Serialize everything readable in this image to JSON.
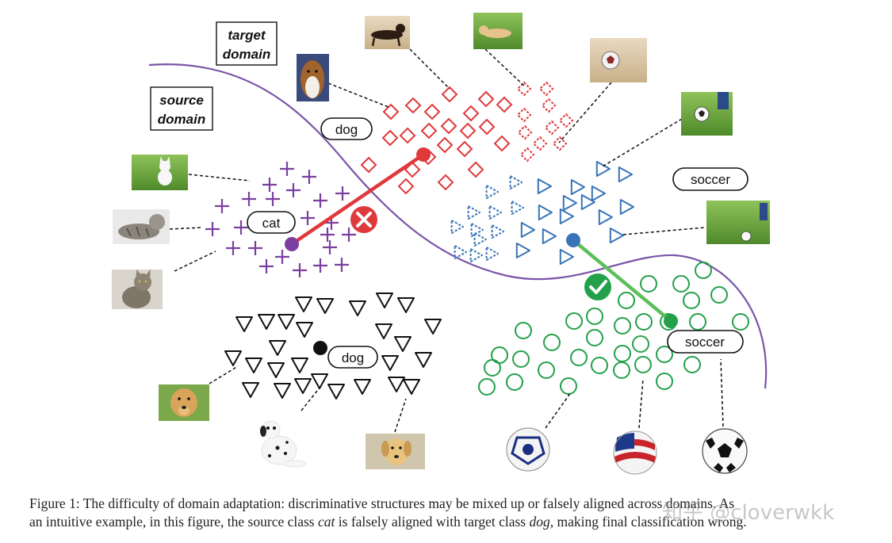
{
  "figure": {
    "domain_labels": {
      "target": [
        "target",
        "domain"
      ],
      "source": [
        "source",
        "domain"
      ]
    },
    "class_labels": {
      "target_dog": "dog",
      "source_cat": "cat",
      "target_soccer": "soccer",
      "source_dog": "dog",
      "source_soccer": "soccer"
    },
    "colors": {
      "dog_target": "#e0393b",
      "soccer_target": "#3a74b8",
      "cat_source": "#7b3fa0",
      "dog_source": "#111111",
      "soccer_source": "#23a04a",
      "boundary": "#7a55a8",
      "wrong": "#e0393b",
      "right": "#23a04a"
    },
    "markers": {
      "wrong": "cross-icon",
      "right": "check-icon"
    },
    "thumbnails": [
      "dachshund-photo",
      "puppy-on-grass-photo",
      "collie-photo",
      "soccer-ball-sand-photo",
      "soccer-player-photo",
      "white-kitten-photo",
      "tabby-cat-lying-photo",
      "tabby-cat-sitting-photo",
      "soccer-field-photo",
      "golden-retriever-photo",
      "dalmatian-photo",
      "labrador-puppy-photo",
      "soccer-ball-photo",
      "flag-soccer-ball-photo",
      "classic-soccer-ball-photo"
    ]
  },
  "caption": {
    "prefix": "Figure 1: The difficulty of domain adaptation: discriminative structures may be mixed up or falsely aligned across domains. As",
    "line2_a": "an intuitive example, in this figure, the source class ",
    "line2_cat": "cat",
    "line2_b": " is falsely aligned with target class ",
    "line2_dog": "dog",
    "line2_c": ", making final classification wrong."
  },
  "watermark": "知乎 @cloverwkk"
}
